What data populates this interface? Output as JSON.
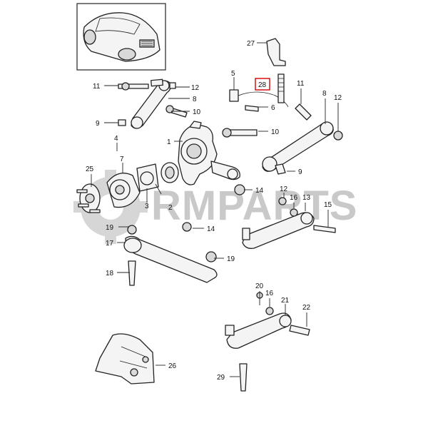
{
  "watermark": {
    "text": "RMPARTS"
  },
  "inset": {
    "icon": "car-rear-view-icon"
  },
  "highlighted_callout": "28",
  "callouts": {
    "c1": "1",
    "c2": "2",
    "c3": "3",
    "c4": "4",
    "c5": "5",
    "c6": "6",
    "c7": "7",
    "c8a": "8",
    "c8b": "8",
    "c9a": "9",
    "c9b": "9",
    "c10a": "10",
    "c10b": "10",
    "c11a": "11",
    "c11b": "11",
    "c12a": "12",
    "c12b": "12",
    "c12c": "12",
    "c13": "13",
    "c14a": "14",
    "c14b": "14",
    "c15": "15",
    "c16a": "16",
    "c16b": "16",
    "c17": "17",
    "c18": "18",
    "c19a": "19",
    "c19b": "19",
    "c20": "20",
    "c21": "21",
    "c22": "22",
    "c25": "25",
    "c26": "26",
    "c27": "27",
    "c28": "28",
    "c29": "29"
  },
  "colors": {
    "line": "#222222",
    "watermark": "#c9c9c9",
    "highlight_box": "#d40000"
  }
}
